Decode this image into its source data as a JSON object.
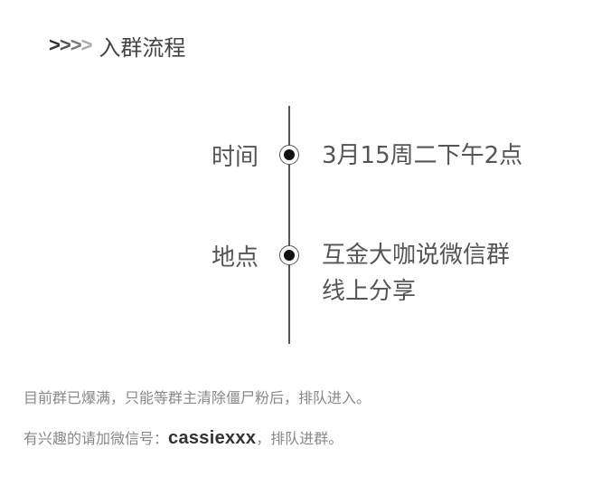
{
  "header": {
    "arrow_chars": [
      ">",
      ">",
      ">",
      ">"
    ],
    "title": "入群流程"
  },
  "timeline": {
    "time": {
      "label": "时间",
      "value": "3月15周二下午2点"
    },
    "place": {
      "label": "地点",
      "value_line1": "互金大咖说微信群",
      "value_line2": "线上分享"
    }
  },
  "notes": {
    "line1": "目前群已爆满，只能等群主清除僵尸粉后，排队进入。",
    "line2_prefix": "有兴趣的请加微信号：",
    "wechat_id": "cassiexxx",
    "line2_suffix": "，排队进群。"
  },
  "colors": {
    "text": "#555555",
    "muted": "#888888",
    "accent_dark": "#111111"
  },
  "icons": {
    "timeline_marker": "radio-dot-icon",
    "header_marker": "chevron-right-icon"
  }
}
